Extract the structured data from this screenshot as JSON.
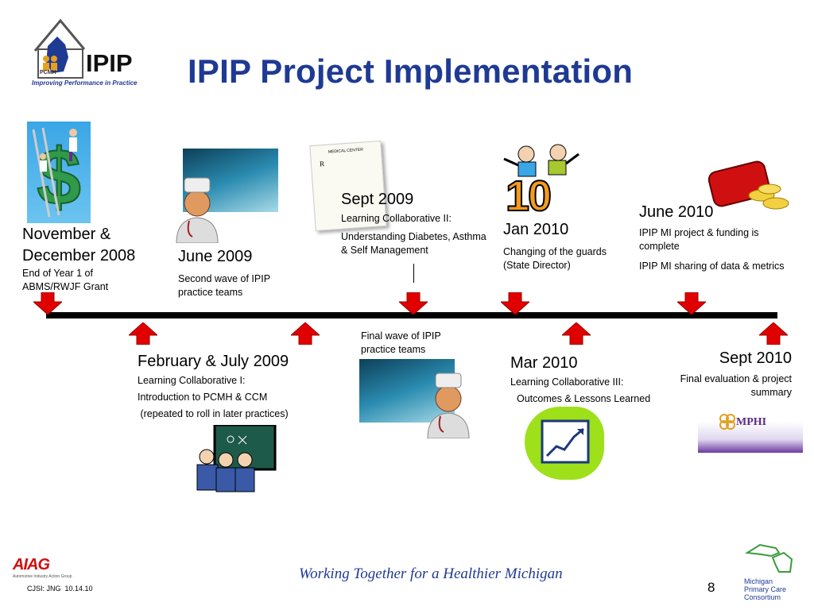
{
  "header": {
    "title": "IPIP Project Implementation",
    "logo": {
      "text": "IPIP",
      "subtext": "PCMH",
      "tagline": "Improving Performance in Practice",
      "icon": "house-michigan-logo"
    }
  },
  "milestones_top": [
    {
      "date": "November & December 2008",
      "lines": [
        "End of Year 1 of",
        "ABMS/RWJF Grant"
      ]
    },
    {
      "date": "June 2009",
      "lines": [
        "Second wave of IPIP",
        "practice teams"
      ]
    },
    {
      "date": "Sept 2009",
      "lines": [
        "Learning Collaborative II:",
        "Understanding Diabetes, Asthma & Self Management"
      ]
    },
    {
      "date": "Jan 2010",
      "lines": [
        "Changing of the guards",
        "(State Director)"
      ]
    },
    {
      "date": "June 2010",
      "lines": [
        "IPIP MI project & funding is complete",
        "IPIP MI sharing of data & metrics"
      ]
    }
  ],
  "milestones_bottom": [
    {
      "date": "February  & July 2009",
      "lines": [
        "Learning Collaborative I:",
        "Introduction to PCMH & CCM",
        " (repeated to roll in later practices)"
      ]
    },
    {
      "date": "",
      "lines": [
        "Final wave of IPIP",
        "practice teams"
      ]
    },
    {
      "date": "Mar 2010",
      "lines": [
        "Learning Collaborative III:",
        "Outcomes & Lessons Learned"
      ]
    },
    {
      "date": "Sept 2010",
      "lines": [
        "Final evaluation & project",
        "summary"
      ]
    }
  ],
  "footer": {
    "left_logo": "AIAG",
    "left_logo_sub": "Automotive Industry Action Group",
    "code": "CJSI: JNG  10.14.10",
    "tagline": "Working Together for a Healthier Michigan",
    "page": "8",
    "right_logo": [
      "Michigan",
      "Primary Care",
      "Consortium"
    ]
  },
  "images": {
    "mphi": "MPHI",
    "ten": "10",
    "notepad": "MEDICAL CENTER",
    "rx": "R"
  },
  "colors": {
    "title": "#1f3a93",
    "arrow": "#e00000",
    "axis": "#000000"
  }
}
